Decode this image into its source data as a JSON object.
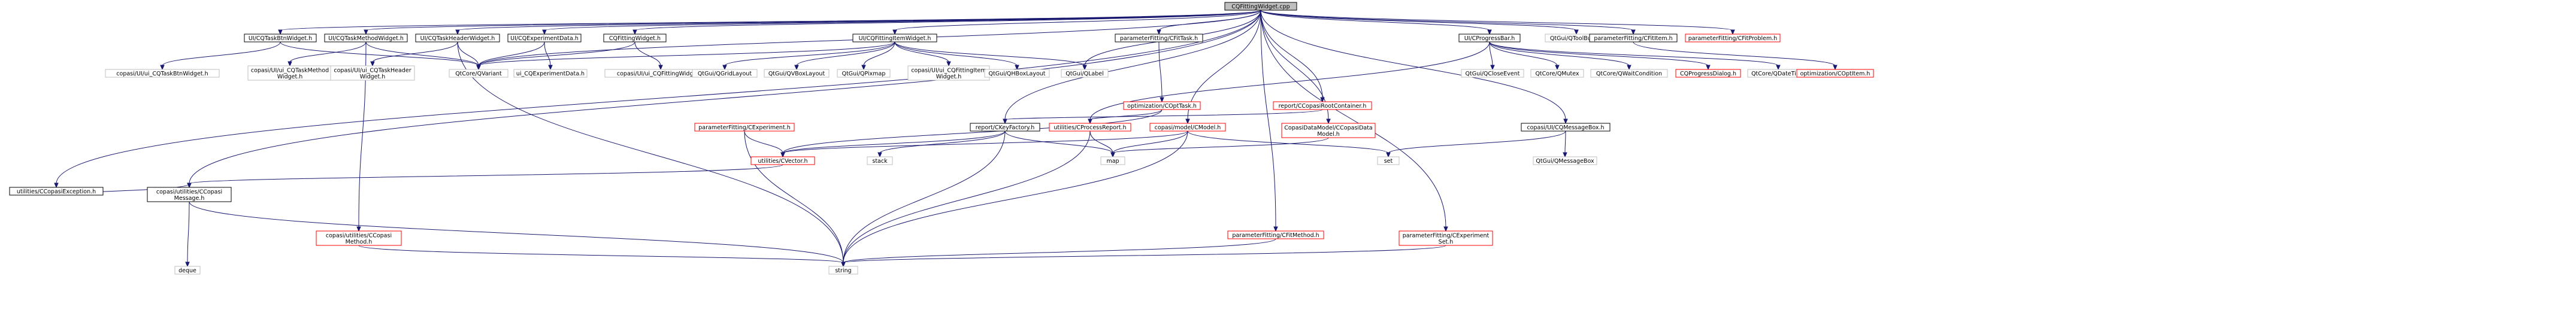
{
  "colors": {
    "root_fill": "#bfbfbf",
    "linked_border": "#000000",
    "external_border": "#bfbfbf",
    "external_text": "#404040",
    "missing_border": "#ff0000",
    "edge": "#191970"
  },
  "nodes": [
    {
      "id": "root",
      "lines": [
        "CQFittingWidget.cpp"
      ],
      "kind": "root"
    },
    {
      "id": "taskbtn",
      "lines": [
        "UI/CQTaskBtnWidget.h"
      ],
      "kind": "linked"
    },
    {
      "id": "taskmethod",
      "lines": [
        "UI/CQTaskMethodWidget.h"
      ],
      "kind": "linked"
    },
    {
      "id": "taskheader",
      "lines": [
        "UI/CQTaskHeaderWidget.h"
      ],
      "kind": "linked"
    },
    {
      "id": "expdata",
      "lines": [
        "UI/CQExperimentData.h"
      ],
      "kind": "linked"
    },
    {
      "id": "fitwidget",
      "lines": [
        "CQFittingWidget.h"
      ],
      "kind": "linked"
    },
    {
      "id": "fititemwidget",
      "lines": [
        "UI/CQFittingItemWidget.h"
      ],
      "kind": "linked"
    },
    {
      "id": "cftask",
      "lines": [
        "parameterFitting/CFitTask.h"
      ],
      "kind": "linked"
    },
    {
      "id": "progressbar",
      "lines": [
        "UI/CProgressBar.h"
      ],
      "kind": "linked"
    },
    {
      "id": "qtoolbutton",
      "lines": [
        "QtGui/QToolButton"
      ],
      "kind": "external"
    },
    {
      "id": "cfititem",
      "lines": [
        "parameterFitting/CFitItem.h"
      ],
      "kind": "linked"
    },
    {
      "id": "cfitproblem",
      "lines": [
        "parameterFitting/CFitProblem.h"
      ],
      "kind": "missing"
    },
    {
      "id": "uitaskbtn",
      "lines": [
        "copasi/UI/ui_CQTaskBtnWidget.h"
      ],
      "kind": "external"
    },
    {
      "id": "uitaskmethod",
      "lines": [
        "copasi/UI/ui_CQTaskMethod",
        "Widget.h"
      ],
      "kind": "external"
    },
    {
      "id": "uitaskheader",
      "lines": [
        "copasi/UI/ui_CQTaskHeader",
        "Widget.h"
      ],
      "kind": "external"
    },
    {
      "id": "qvariant",
      "lines": [
        "QtCore/QVariant"
      ],
      "kind": "external"
    },
    {
      "id": "uiexpdata",
      "lines": [
        "ui_CQExperimentData.h"
      ],
      "kind": "external"
    },
    {
      "id": "uifitwidget",
      "lines": [
        "copasi/UI/ui_CQFittingWidget.h"
      ],
      "kind": "external"
    },
    {
      "id": "qgridlayout",
      "lines": [
        "QtGui/QGridLayout"
      ],
      "kind": "external"
    },
    {
      "id": "qvboxlayout",
      "lines": [
        "QtGui/QVBoxLayout"
      ],
      "kind": "external"
    },
    {
      "id": "qpixmap",
      "lines": [
        "QtGui/QPixmap"
      ],
      "kind": "external"
    },
    {
      "id": "uifititem",
      "lines": [
        "copasi/UI/ui_CQFittingItem",
        "Widget.h"
      ],
      "kind": "external"
    },
    {
      "id": "qhboxlayout",
      "lines": [
        "QtGui/QHBoxLayout"
      ],
      "kind": "external"
    },
    {
      "id": "qlabel",
      "lines": [
        "QtGui/QLabel"
      ],
      "kind": "external"
    },
    {
      "id": "coptask",
      "lines": [
        "optimization/COptTask.h"
      ],
      "kind": "missing"
    },
    {
      "id": "reportpoint",
      "lines": [
        "report/CCopasiRootContainer.h"
      ],
      "kind": "missing"
    },
    {
      "id": "qclosevent",
      "lines": [
        "QtGui/QCloseEvent"
      ],
      "kind": "external"
    },
    {
      "id": "qmutex",
      "lines": [
        "QtCore/QMutex"
      ],
      "kind": "external"
    },
    {
      "id": "qwaitcondition",
      "lines": [
        "QtCore/QWaitCondition"
      ],
      "kind": "external"
    },
    {
      "id": "cqprogressdialog",
      "lines": [
        "CQProgressDialog.h"
      ],
      "kind": "missing"
    },
    {
      "id": "qdatetime",
      "lines": [
        "QtCore/QDateTime"
      ],
      "kind": "external"
    },
    {
      "id": "coptitem",
      "lines": [
        "optimization/COptItem.h"
      ],
      "kind": "missing"
    },
    {
      "id": "cexperiment",
      "lines": [
        "parameterFitting/CExperiment.h"
      ],
      "kind": "missing"
    },
    {
      "id": "keyfactory",
      "lines": [
        "report/CKeyFactory.h"
      ],
      "kind": "linked"
    },
    {
      "id": "cprocessreport",
      "lines": [
        "utilities/CProcessReport.h"
      ],
      "kind": "missing"
    },
    {
      "id": "cmodel",
      "lines": [
        "copasi/model/CModel.h"
      ],
      "kind": "missing"
    },
    {
      "id": "datamodel",
      "lines": [
        "CopasiDataModel/CCopasiData",
        "Model.h"
      ],
      "kind": "missing"
    },
    {
      "id": "messagebox",
      "lines": [
        "copasi/UI/CQMessageBox.h"
      ],
      "kind": "linked"
    },
    {
      "id": "qmessagebox",
      "lines": [
        "QtGui/QMessageBox"
      ],
      "kind": "external"
    },
    {
      "id": "copasiexception",
      "lines": [
        "utilities/CCopasiException.h"
      ],
      "kind": "linked"
    },
    {
      "id": "cvector",
      "lines": [
        "utilities/CVector.h"
      ],
      "kind": "missing"
    },
    {
      "id": "stack",
      "lines": [
        "stack"
      ],
      "kind": "external"
    },
    {
      "id": "map",
      "lines": [
        "map"
      ],
      "kind": "external"
    },
    {
      "id": "set",
      "lines": [
        "set"
      ],
      "kind": "external"
    },
    {
      "id": "ccopasimessage",
      "lines": [
        "copasi/utilities/CCopasi",
        "Message.h"
      ],
      "kind": "linked"
    },
    {
      "id": "ccopasimethod",
      "lines": [
        "copasi/utilities/CCopasi",
        "Method.h"
      ],
      "kind": "missing"
    },
    {
      "id": "cfitmethod",
      "lines": [
        "parameterFitting/CFitMethod.h"
      ],
      "kind": "missing"
    },
    {
      "id": "cexperimentset",
      "lines": [
        "parameterFitting/CExperiment",
        "Set.h"
      ],
      "kind": "missing"
    },
    {
      "id": "deque",
      "lines": [
        "deque"
      ],
      "kind": "external"
    },
    {
      "id": "string",
      "lines": [
        "string"
      ],
      "kind": "external"
    }
  ],
  "edges": [
    [
      "root",
      "taskbtn"
    ],
    [
      "root",
      "taskmethod"
    ],
    [
      "root",
      "taskheader"
    ],
    [
      "root",
      "expdata"
    ],
    [
      "root",
      "fitwidget"
    ],
    [
      "root",
      "fititemwidget"
    ],
    [
      "root",
      "cftask"
    ],
    [
      "root",
      "progressbar"
    ],
    [
      "root",
      "qtoolbutton"
    ],
    [
      "root",
      "cfititem"
    ],
    [
      "root",
      "cfitproblem"
    ],
    [
      "root",
      "qlabel"
    ],
    [
      "root",
      "reportpoint"
    ],
    [
      "root",
      "cmodel"
    ],
    [
      "root",
      "datamodel"
    ],
    [
      "root",
      "messagebox"
    ],
    [
      "root",
      "copasiexception"
    ],
    [
      "root",
      "ccopasimessage"
    ],
    [
      "root",
      "cfitmethod"
    ],
    [
      "root",
      "cexperimentset"
    ],
    [
      "root",
      "keyfactory"
    ],
    [
      "root",
      "qvariant"
    ],
    [
      "taskbtn",
      "uitaskbtn"
    ],
    [
      "taskbtn",
      "qvariant"
    ],
    [
      "taskmethod",
      "uitaskmethod"
    ],
    [
      "taskmethod",
      "qvariant"
    ],
    [
      "taskmethod",
      "ccopasimethod"
    ],
    [
      "taskheader",
      "uitaskheader"
    ],
    [
      "taskheader",
      "qvariant"
    ],
    [
      "taskheader",
      "string"
    ],
    [
      "expdata",
      "uiexpdata"
    ],
    [
      "expdata",
      "qvariant"
    ],
    [
      "fitwidget",
      "uifitwidget"
    ],
    [
      "fitwidget",
      "qvariant"
    ],
    [
      "fititemwidget",
      "qgridlayout"
    ],
    [
      "fititemwidget",
      "qvboxlayout"
    ],
    [
      "fititemwidget",
      "qpixmap"
    ],
    [
      "fititemwidget",
      "uifititem"
    ],
    [
      "fititemwidget",
      "qhboxlayout"
    ],
    [
      "fititemwidget",
      "qlabel"
    ],
    [
      "fititemwidget",
      "qvariant"
    ],
    [
      "cftask",
      "coptask"
    ],
    [
      "coptask",
      "cprocessreport"
    ],
    [
      "coptask",
      "cvector"
    ],
    [
      "progressbar",
      "qclosevent"
    ],
    [
      "progressbar",
      "qmutex"
    ],
    [
      "progressbar",
      "qwaitcondition"
    ],
    [
      "progressbar",
      "cqprogressdialog"
    ],
    [
      "progressbar",
      "qdatetime"
    ],
    [
      "progressbar",
      "cprocessreport"
    ],
    [
      "cfititem",
      "coptitem"
    ],
    [
      "reportpoint",
      "keyfactory"
    ],
    [
      "cexperiment",
      "cvector"
    ],
    [
      "cexperiment",
      "string"
    ],
    [
      "keyfactory",
      "cvector"
    ],
    [
      "keyfactory",
      "stack"
    ],
    [
      "keyfactory",
      "map"
    ],
    [
      "keyfactory",
      "string"
    ],
    [
      "cprocessreport",
      "map"
    ],
    [
      "cprocessreport",
      "string"
    ],
    [
      "cmodel",
      "map"
    ],
    [
      "cmodel",
      "set"
    ],
    [
      "cmodel",
      "string"
    ],
    [
      "cmodel",
      "cvector"
    ],
    [
      "datamodel",
      "map"
    ],
    [
      "messagebox",
      "set"
    ],
    [
      "messagebox",
      "qmessagebox"
    ],
    [
      "copasiexception",
      "ccopasimessage"
    ],
    [
      "cvector",
      "ccopasimessage"
    ],
    [
      "ccopasimessage",
      "deque"
    ],
    [
      "ccopasimessage",
      "string"
    ],
    [
      "ccopasimethod",
      "string"
    ],
    [
      "cfitmethod",
      "string"
    ],
    [
      "cexperimentset",
      "string"
    ]
  ]
}
